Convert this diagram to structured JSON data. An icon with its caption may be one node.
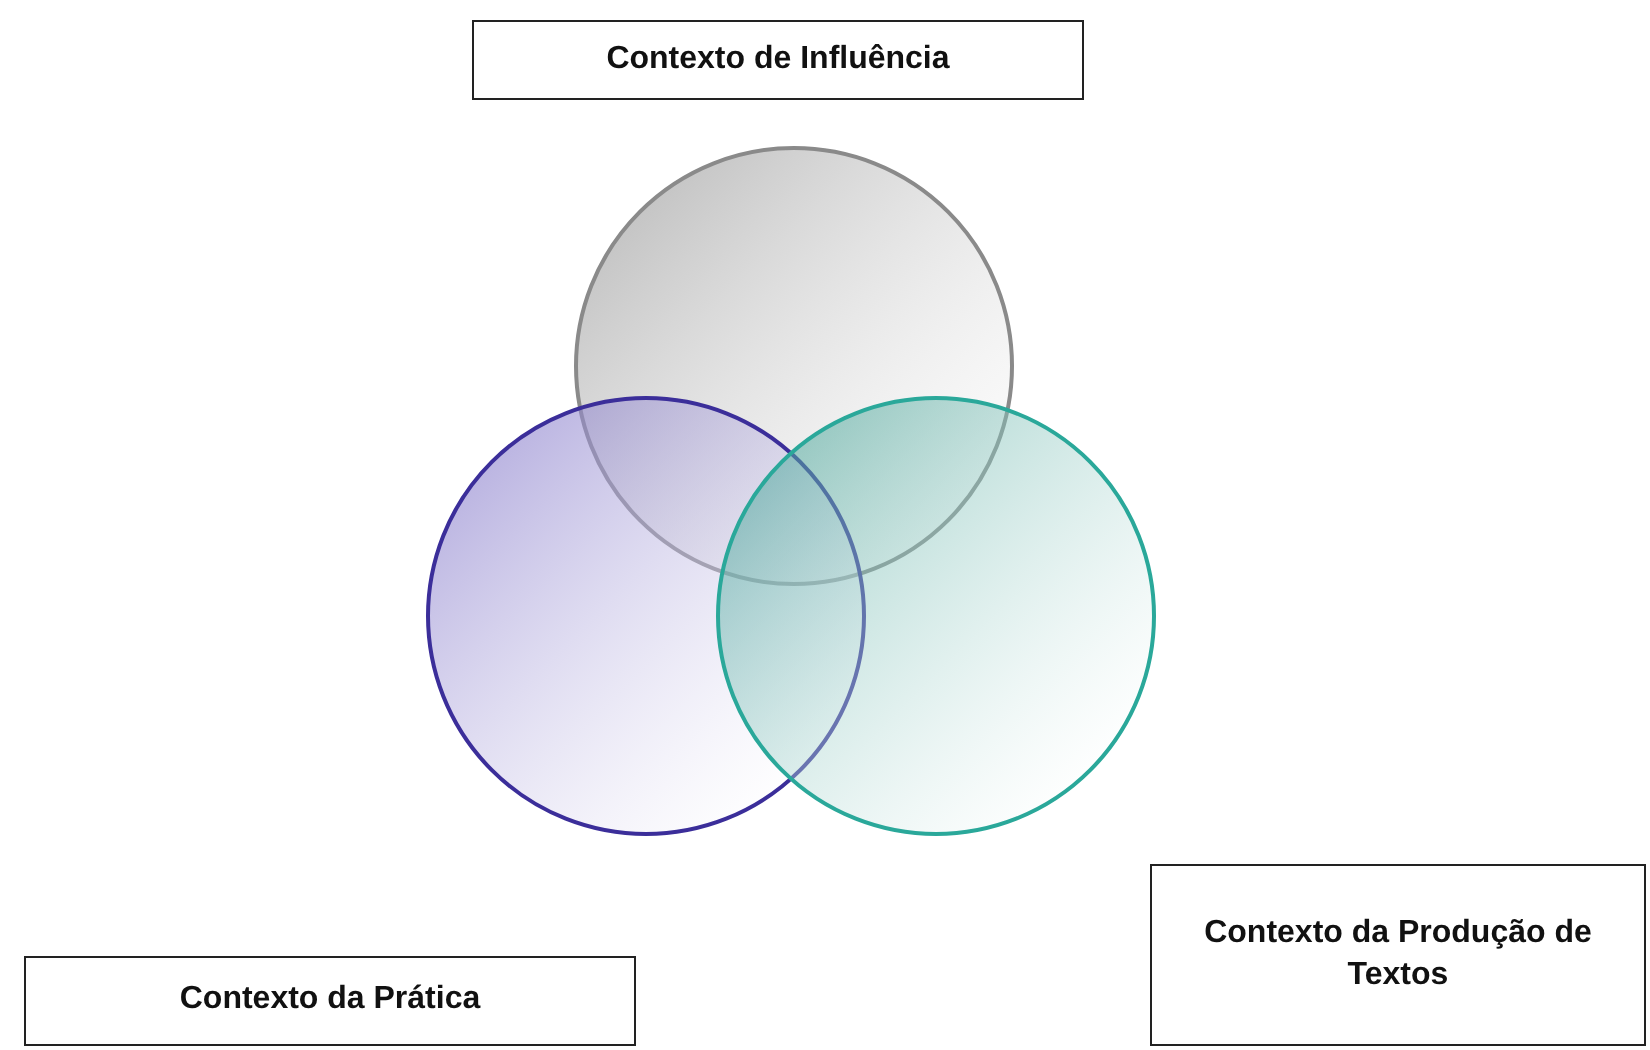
{
  "diagram": {
    "nodes": [
      {
        "text": [
          "Contexto de Influência"
        ]
      },
      {
        "text": [],
        "shape": "circle"
      },
      {
        "text": [],
        "shape": "circle"
      },
      {
        "text": [],
        "shape": "circle"
      },
      {
        "text": [
          "Contexto da Produção de Textos"
        ]
      },
      {
        "text": [
          "Contexto da Prática"
        ]
      }
    ]
  }
}
